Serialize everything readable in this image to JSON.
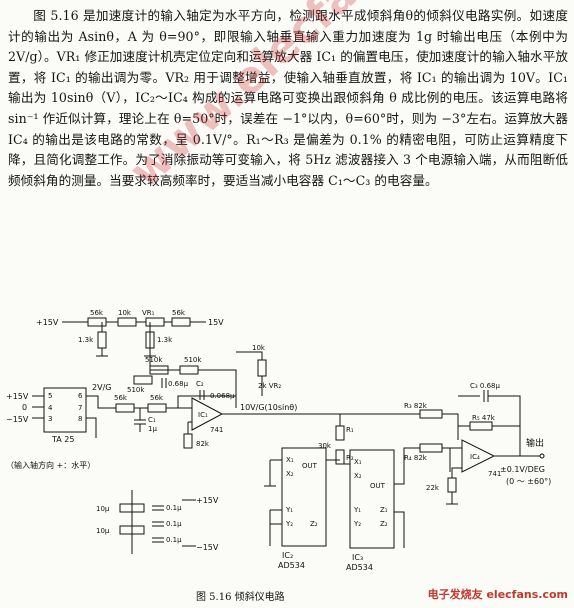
{
  "article": {
    "paragraph": "图 5.16 是加速度计的输入轴定为水平方向，检测跟水平成倾斜角θ的倾斜仪电路实例。如速度计的输出为 Asinθ，A 为 θ=90°，即限输入轴垂直输入重力加速度为 1g 时输出电压（本例中为 2V/g）。VR₁ 修正加速度计机壳定位定向和运算放大器 IC₁ 的偏置电压，使加速度计的输入轴水平放置，将 IC₁ 的输出调为零。VR₂ 用于调整增益，使输入轴垂直放置，将 IC₁ 的输出调为 10V。IC₁ 输出为 10sinθ（V），IC₂～IC₄ 构成的运算电路可变换出跟倾斜角 θ 成比例的电压。该运算电路将 sin⁻¹ 作近似计算，理论上在 θ=50°时，误差在 −1°以内，θ=60°时，则为 −3°左右。运算放大器 IC₄ 的输出是该电路的常数，呈 0.1V/°。R₁～R₃ 是偏差为 0.1% 的精密电阻，可防止运算精度下降，且简化调整工作。为了消除振动等可变输入，将 5Hz 滤波器接入 3 个电源输入端，从而阻断低频倾斜角的测量。当要求较高频率时，要适当减小电容器 C₁～C₃ 的电容量。"
  },
  "schematic": {
    "labels": {
      "plus15v_top": "+15V",
      "minus15v_top": "15V",
      "r56k_a": "56k",
      "r10k_a": "10k",
      "vr1": "VR₁",
      "r56k_b": "56k",
      "r1_3k_a": "1.3k",
      "r1_3k_b": "1.3k",
      "r510k_a": "510k",
      "r510k_b": "510k",
      "r510k_c": "510k",
      "c068_a": "0.68μ",
      "c2": "C₂",
      "c0068": "0.068μ",
      "r10k_b": "10k",
      "vr2": "2k VR₂",
      "plus15v_left": "+15V",
      "zero": "0",
      "minus15v_left": "−15V",
      "pin5": "5",
      "pin4": "4",
      "pin3": "3",
      "pin6": "6",
      "pin7": "7",
      "pin8": "8",
      "ta25": "TA 25",
      "out_2vg": "2V/G",
      "r56k_c": "56k",
      "r56k_d": "56k",
      "c1": "C₁",
      "c1u": "1μ",
      "ic1": "IC₁",
      "ic1_part": "741",
      "r82k_a": "82k",
      "node_label": "10V/G(10sinθ)",
      "axis_note": "（输入轴方向 +：水平）",
      "r1": "R₁",
      "r30k": "30k",
      "r2": "R₂",
      "r3_82k": "R₃ 82k",
      "c3": "C₃ 0.68μ",
      "r5_47k": "R₅ 47k",
      "r4_82k": "R₄ 82k",
      "ic4": "IC₄",
      "ic4_part": "741",
      "r22k": "22k",
      "output": "输出",
      "output_spec": "±0.1V/DEG",
      "output_range": "(0 ～ ±60°)",
      "ic2_x1": "X₁",
      "ic2_x2": "X₂",
      "ic2_out": "OUT",
      "ic2_y1": "Y₁",
      "ic2_y2": "Y₂",
      "ic2_z2": "Z₂",
      "ic2": "IC₂",
      "ic2_part": "AD534",
      "ic3_x1": "X₁",
      "ic3_x2": "X₂",
      "ic3_out": "OUT",
      "ic3_y1": "Y₁",
      "ic3_y2": "Y₂",
      "ic3_z1": "Z₁",
      "ic3_z2": "Z₂",
      "ic3": "IC₃",
      "ic3_part": "AD534",
      "r10u_a": "10μ",
      "r10u_b": "10μ",
      "c01_a": "0.1μ",
      "c01_b": "0.1μ",
      "c01_c": "0.1μ",
      "plus15v_bot": "+15V",
      "minus15v_bot": "−15V",
      "figure_caption": "图 5.16  倾斜仪电路"
    }
  },
  "watermark": {
    "url": "www.elecfans.com",
    "logo": "电子发烧友 elecfans.com"
  }
}
